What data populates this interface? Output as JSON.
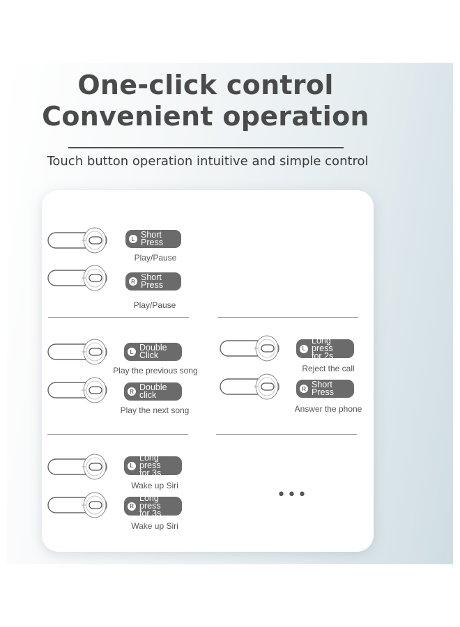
{
  "header": {
    "title_line1": "One-click control",
    "title_line2": "Convenient operation",
    "subtitle": "Touch button operation intuitive and simple control"
  },
  "controls": [
    {
      "side": "L",
      "action": "Short Press",
      "result": "Play/Pause"
    },
    {
      "side": "R",
      "action": "Short Press",
      "result": "Play/Pause"
    },
    {
      "side": "L",
      "action": "Double Click",
      "result": "Play the previous song"
    },
    {
      "side": "R",
      "action": "Double click",
      "result": "Play the next song"
    },
    {
      "side": "L",
      "action": "Long press\nfor 2s",
      "result": "Reject the call"
    },
    {
      "side": "R",
      "action": "Short Press",
      "result": "Answer the phone"
    },
    {
      "side": "L",
      "action": "Long press\nfor 3s",
      "result": "Wake up Siri"
    },
    {
      "side": "R",
      "action": "Long press\nfor 3s",
      "result": "Wake up Siri"
    }
  ],
  "more": "•••",
  "colors": {
    "headline": "#4a4a4a",
    "pill": "#6b6b6b",
    "caption": "#555555",
    "banner_tint": "#cfdde2"
  }
}
